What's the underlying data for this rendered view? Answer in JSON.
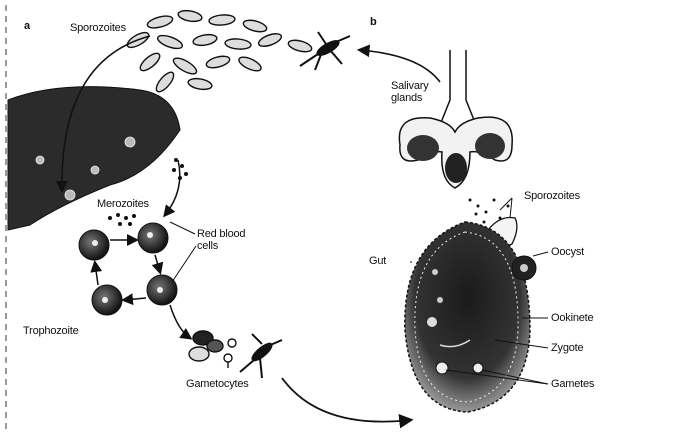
{
  "panels": {
    "a": "a",
    "b": "b"
  },
  "labels": {
    "sporozoites_a": "Sporozoites",
    "merozoites": "Merozoites",
    "red_blood_cells": "Red blood\ncells",
    "trophozoite": "Trophozoite",
    "gametocytes": "Gametocytes",
    "salivary_glands": "Salivary\nglands",
    "sporozoites_b": "Sporozoites",
    "gut": "Gut",
    "oocyst": "Oocyst",
    "ookinete": "Ookinete",
    "zygote": "Zygote",
    "gametes": "Gametes"
  },
  "colors": {
    "ink": "#111111",
    "dark_fill": "#2a2a2a",
    "mid_fill": "#555555",
    "paper": "#ffffff"
  }
}
